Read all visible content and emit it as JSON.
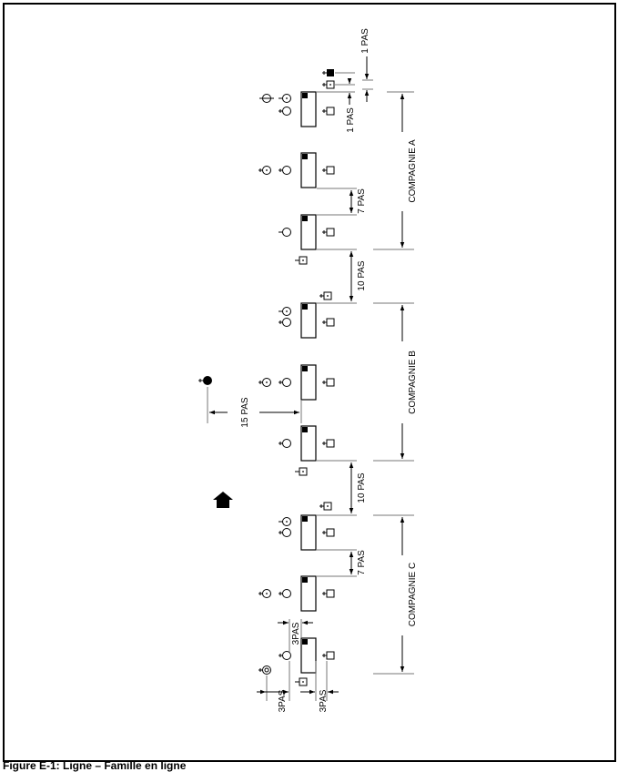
{
  "figure": {
    "caption": "Figure E-1: Ligne – Famille en ligne",
    "direction_icon": "arrow-left-icon",
    "companies": [
      {
        "label": "COMPAGNIE A"
      },
      {
        "label": "COMPAGNIE B"
      },
      {
        "label": "COMPAGNIE C"
      }
    ],
    "distances": {
      "top_gap": "1 PAS",
      "leader_gap": "1 PAS",
      "a_platoon_gap": "7 PAS",
      "ab_company_gap": "10 PAS",
      "commander_gap": "15 PAS",
      "bc_company_gap": "10 PAS",
      "c_platoon_gap": "7 PAS",
      "rear_gap_top": "3PAS",
      "rear_gap_left": "3PAS",
      "rear_gap_right": "3PAS"
    }
  }
}
